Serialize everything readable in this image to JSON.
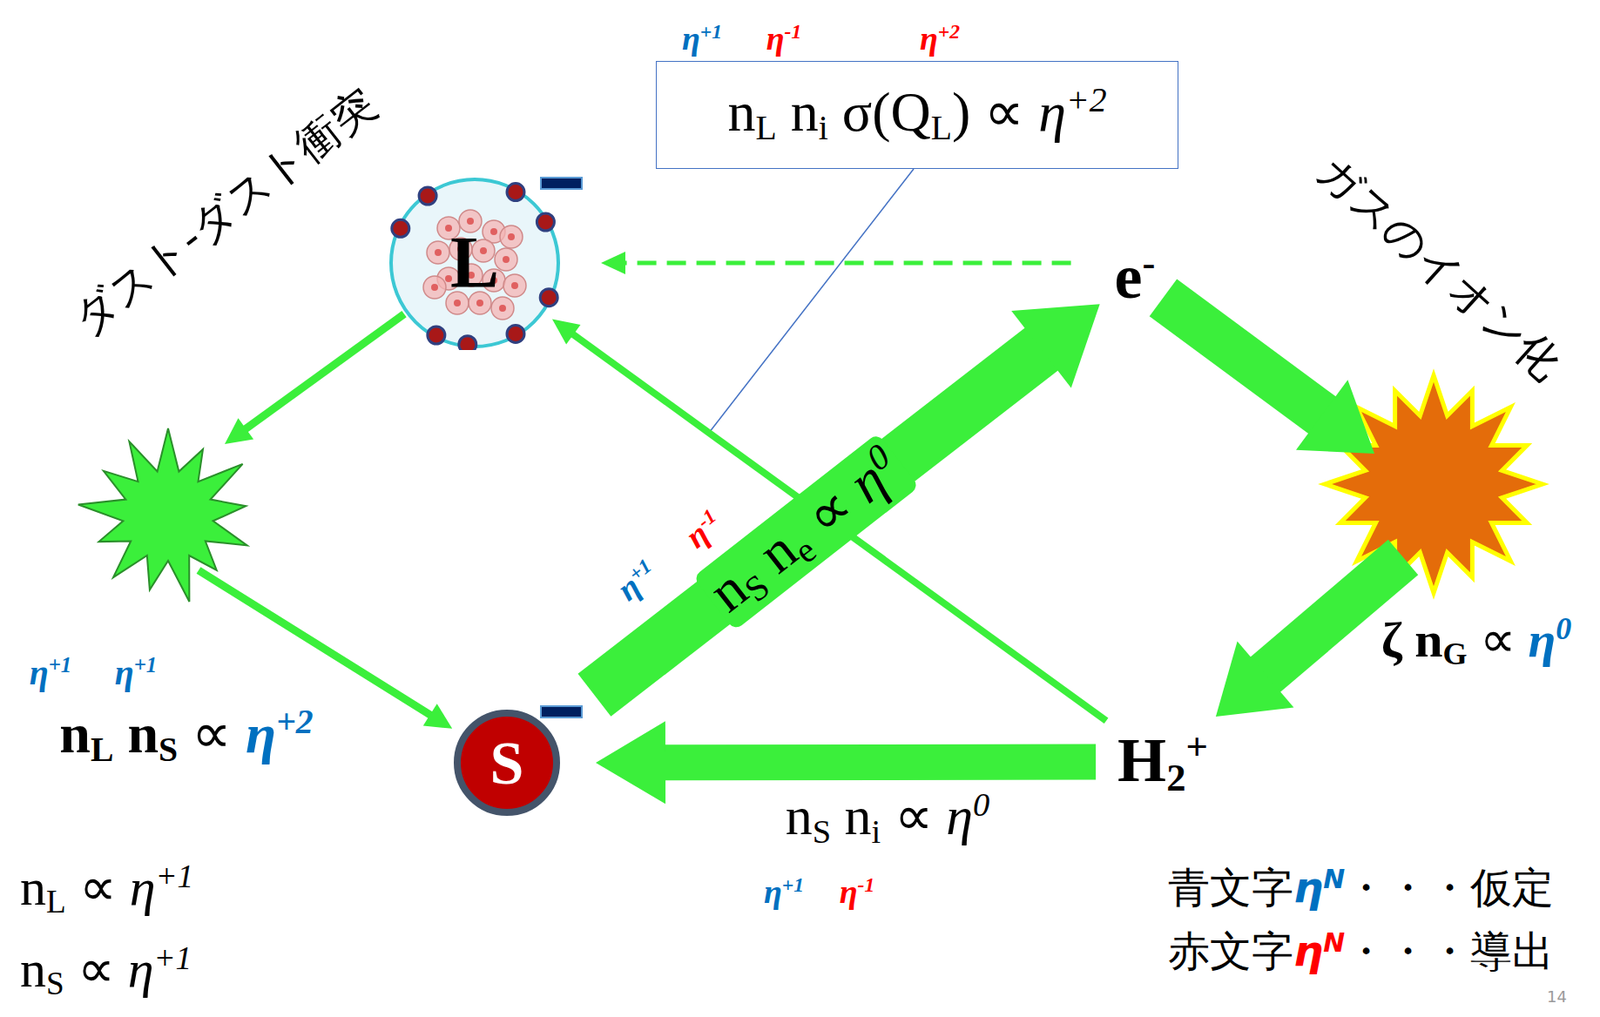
{
  "diagram": {
    "nodes": [
      {
        "text": [
          "nL ni σ(QL) ∝ η+2"
        ]
      },
      {
        "text": [
          "L"
        ]
      },
      {
        "text": [
          "e-"
        ]
      },
      {
        "text": [
          "S"
        ]
      },
      {
        "text": [
          "H2+"
        ]
      }
    ],
    "edges": [
      {
        "from": 1,
        "to": 3,
        "arrow": "to",
        "label": "nL nS ∝ η+2"
      },
      {
        "from": 3,
        "to": 2,
        "arrow": "to",
        "label": "nS ne ∝ η0"
      },
      {
        "from": 2,
        "to": 4,
        "arrow": "to",
        "label": "ζ nG ∝ η0"
      },
      {
        "from": 4,
        "to": 3,
        "arrow": "to",
        "label": "nS ni ∝ η0"
      },
      {
        "from": 4,
        "to": 1,
        "arrow": "to"
      },
      {
        "from": 2,
        "to": 1,
        "arrow": "to"
      }
    ],
    "labels": [
      "η+1",
      "η-1",
      "η+2",
      "ダスト-ダスト衝突",
      "ガスのイオン化",
      "η+1",
      "η-1",
      "η+1",
      "η+1",
      "η+1",
      "η-1",
      "nL ∝ η+1",
      "nS ∝ η+1",
      "青文字ηN・・・仮定",
      "赤文字ηN・・・導出",
      "14"
    ]
  }
}
